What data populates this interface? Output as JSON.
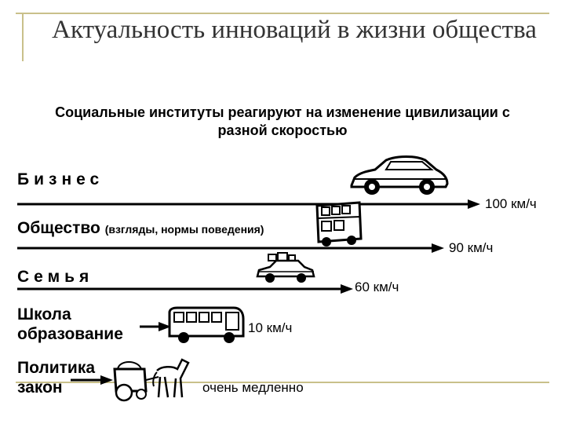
{
  "title": "Актуальность инноваций в жизни общества",
  "subtitle": "Социальные институты реагируют на изменение цивилизации с разной скоростью",
  "rows": [
    {
      "label": "Бизнес",
      "speed": "100 км/ч",
      "vehicle_icon": "car-icon"
    },
    {
      "label": "Общество",
      "note": "(взгляды, нормы поведения)",
      "speed": "90 км/ч",
      "vehicle_icon": "double-decker-bus-icon"
    },
    {
      "label": "Семья",
      "speed": "60 км/ч",
      "vehicle_icon": "family-car-icon"
    },
    {
      "label": "Школа образование",
      "speed": "10 км/ч",
      "vehicle_icon": "bus-icon"
    },
    {
      "label": "Политика закон",
      "speed": "очень медленно",
      "vehicle_icon": "horse-carriage-icon"
    }
  ],
  "colors": {
    "arrow": "#000000",
    "title": "#333333",
    "decor": "#c9c08a"
  }
}
